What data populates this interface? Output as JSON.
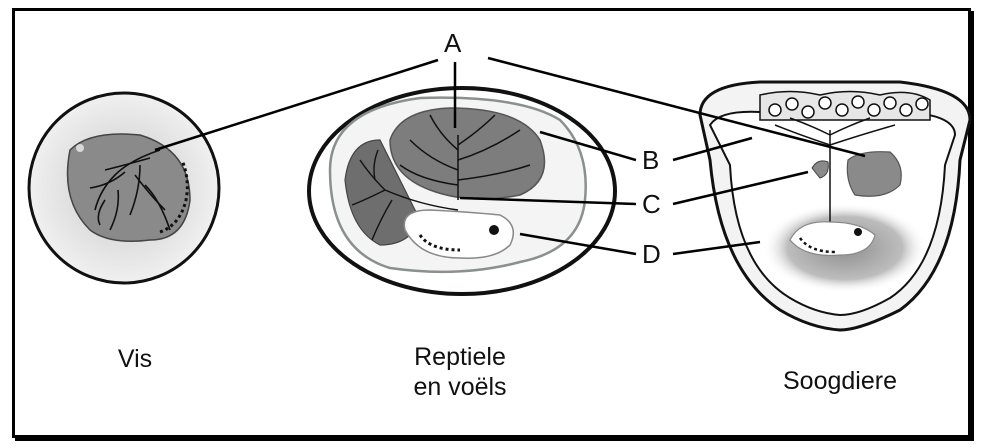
{
  "labels": {
    "a": "A",
    "b": "B",
    "c": "C",
    "d": "D"
  },
  "captions": {
    "fish": "Vis",
    "reptile_line1": "Reptiele",
    "reptile_line2": "en voëls",
    "mammal": "Soogdiere"
  }
}
